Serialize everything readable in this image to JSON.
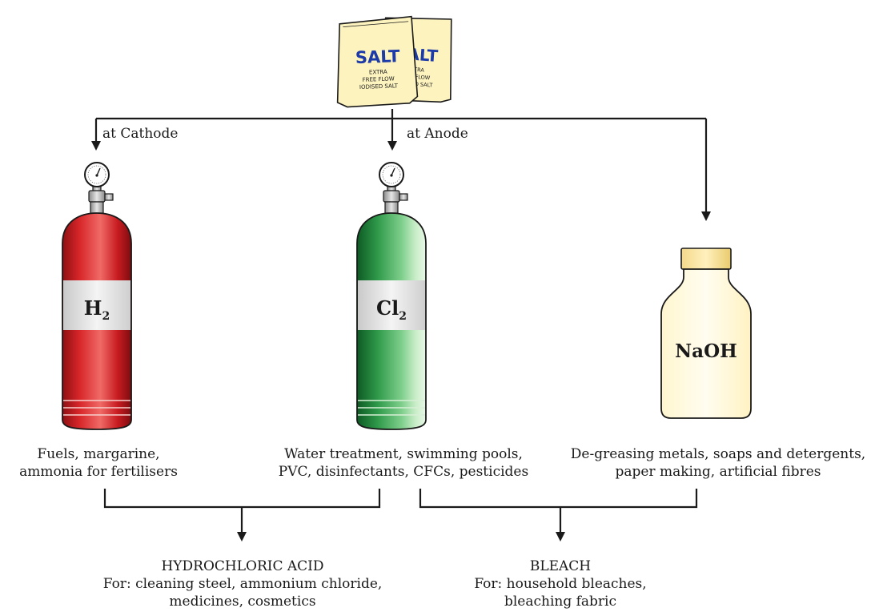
{
  "salt_pack": {
    "brand": "SALT",
    "line1": "EXTRA",
    "line2": "FREE FLOW",
    "line3": "IODISED SALT"
  },
  "branches": {
    "cathode": "at Cathode",
    "anode": "at Anode"
  },
  "products": {
    "h2": {
      "symbol": "H",
      "sub": "2",
      "uses_line1": "Fuels, margarine,",
      "uses_line2": "ammonia for fertilisers"
    },
    "cl2": {
      "symbol": "Cl",
      "sub": "2",
      "uses_line1": "Water treatment, swimming pools,",
      "uses_line2": "PVC, disinfectants, CFCs, pesticides"
    },
    "naoh": {
      "symbol": "NaOH",
      "uses_line1": "De-greasing metals, soaps and detergents,",
      "uses_line2": "paper making, artificial fibres"
    }
  },
  "derived": {
    "hcl": {
      "name": "HYDROCHLORIC ACID",
      "line1": "For: cleaning steel, ammonium chloride,",
      "line2": "medicines, cosmetics"
    },
    "bleach": {
      "name": "BLEACH",
      "line1": "For: household bleaches,",
      "line2": "bleaching fabric"
    }
  },
  "colors": {
    "h2_cylinder": "#d8262a",
    "cl2_cylinder": "#2f9a4a",
    "naoh_bottle": "#fff6cf",
    "salt_bag": "#fdf3bf",
    "salt_text": "#1c3aa8"
  }
}
